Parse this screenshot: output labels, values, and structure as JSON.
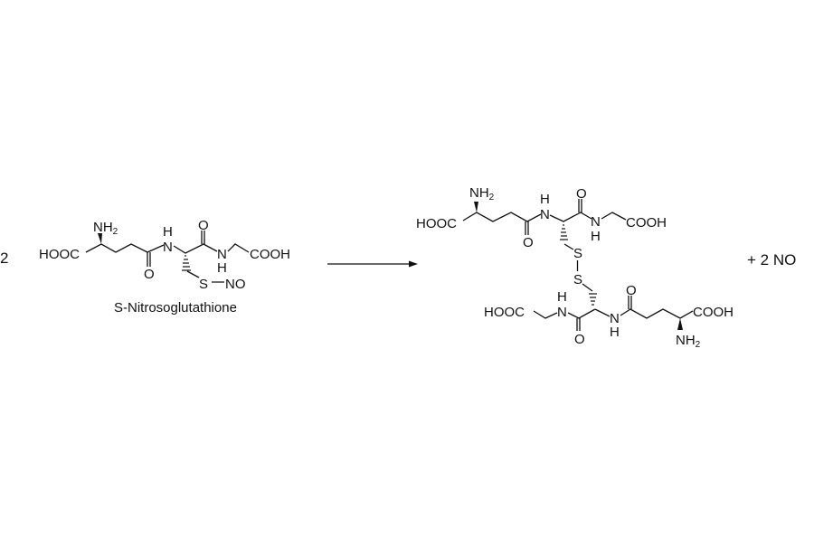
{
  "reaction": {
    "reactant_coefficient": "2",
    "reactant_name": "S-Nitrosoglutathione",
    "byproduct": "+ 2 NO",
    "arrow": "reaction-arrow"
  },
  "reactant": {
    "hooc": "HOOC",
    "nh2": "NH",
    "nh2_sub": "2",
    "n1": "N",
    "h1": "H",
    "o1": "O",
    "o2": "O",
    "n2": "N",
    "h2": "H",
    "cooh": "COOH",
    "s": "S",
    "no": "NO"
  },
  "product": {
    "top": {
      "hooc": "HOOC",
      "nh2": "NH",
      "nh2_sub": "2",
      "n1": "N",
      "h1": "H",
      "o1": "O",
      "o2": "O",
      "n2": "N",
      "h2": "H",
      "cooh": "COOH",
      "s": "S"
    },
    "bottom": {
      "hooc": "HOOC",
      "nh2": "NH",
      "nh2_sub": "2",
      "n1": "N",
      "h1": "H",
      "o1": "O",
      "o2": "O",
      "n2": "N",
      "h2": "H",
      "cooh": "COOH",
      "s": "S"
    }
  }
}
